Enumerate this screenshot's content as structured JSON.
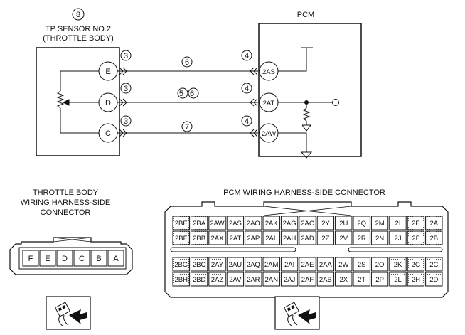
{
  "sensor": {
    "number": "8",
    "title_line1": "TP SENSOR NO.2",
    "title_line2": "(THROTTLE BODY)",
    "terminals": [
      "E",
      "D",
      "C"
    ]
  },
  "pcm": {
    "title": "PCM",
    "terminals": [
      "2AS",
      "2AT",
      "2AW"
    ]
  },
  "wires": [
    {
      "left_ref": "3",
      "mid_ref": "6",
      "right_ref": "4"
    },
    {
      "left_ref": "3",
      "mid_ref": "5 6",
      "right_ref": "4"
    },
    {
      "left_ref": "3",
      "mid_ref": "7",
      "right_ref": "4"
    }
  ],
  "throttle_connector": {
    "title_line1": "THROTTLE BODY",
    "title_line2": "WIRING HARNESS-SIDE",
    "title_line3": "CONNECTOR",
    "pins": [
      "F",
      "E",
      "D",
      "C",
      "B",
      "A"
    ]
  },
  "pcm_connector": {
    "title": "PCM WIRING HARNESS-SIDE CONNECTOR",
    "rows": [
      [
        "2BE",
        "2BA",
        "2AW",
        "2AS",
        "2AO",
        "2AK",
        "2AG",
        "2AC",
        "2Y",
        "2U",
        "2Q",
        "2M",
        "2I",
        "2E",
        "2A"
      ],
      [
        "2BF",
        "2BB",
        "2AX",
        "2AT",
        "2AP",
        "2AL",
        "2AH",
        "2AD",
        "2Z",
        "2V",
        "2R",
        "2N",
        "2J",
        "2F",
        "2B"
      ],
      [
        "2BG",
        "2BC",
        "2AY",
        "2AU",
        "2AQ",
        "2AM",
        "2AI",
        "2AE",
        "2AA",
        "2W",
        "2S",
        "2O",
        "2K",
        "2G",
        "2C"
      ],
      [
        "2BH",
        "2BD",
        "2AZ",
        "2AV",
        "2AR",
        "2AN",
        "2AJ",
        "2AF",
        "2AB",
        "2X",
        "2T",
        "2P",
        "2L",
        "2H",
        "2D"
      ]
    ]
  }
}
